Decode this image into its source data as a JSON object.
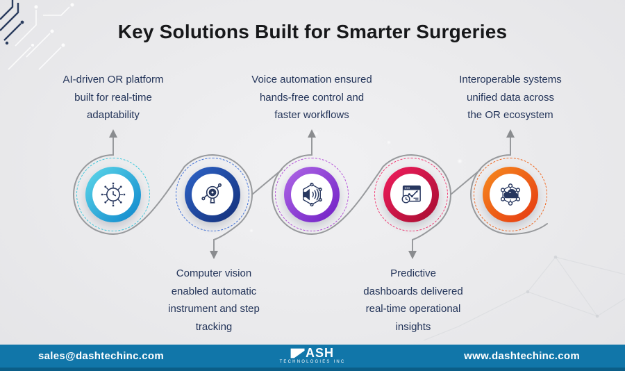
{
  "title": "Key Solutions Built for Smarter Surgeries",
  "steps": [
    {
      "label": "AI-driven OR platform built for real-time adaptability",
      "label_lines": [
        "AI-driven OR platform",
        "built for real-time",
        "adaptability"
      ],
      "icon": "ai-clock-icon",
      "text_position": "top",
      "ring_from": "#5ED8E9",
      "ring_to": "#0C85CC",
      "dash_color": "#3EC9DD"
    },
    {
      "label": "Computer vision enabled automatic instrument and step tracking",
      "label_lines": [
        "Computer vision",
        "enabled automatic",
        "instrument and step",
        "tracking"
      ],
      "icon": "vision-camera-icon",
      "text_position": "bottom",
      "ring_from": "#2E64C8",
      "ring_to": "#132E78",
      "dash_color": "#3D6FD8"
    },
    {
      "label": "Voice automation ensured hands-free control and faster workflows",
      "label_lines": [
        "Voice automation ensured",
        "hands-free control and",
        "faster workflows"
      ],
      "icon": "voice-speaker-icon",
      "text_position": "top",
      "ring_from": "#AF68E6",
      "ring_to": "#6F1EC4",
      "dash_color": "#B44FD9"
    },
    {
      "label": "Predictive dashboards delivered real-time operational insights",
      "label_lines": [
        "Predictive",
        "dashboards delivered",
        "real-time operational",
        "insights"
      ],
      "icon": "predictive-dashboard-icon",
      "text_position": "bottom",
      "ring_from": "#F01E5E",
      "ring_to": "#A50D2F",
      "dash_color": "#F23B74"
    },
    {
      "label": "Interoperable systems unified data across the OR ecosystem",
      "label_lines": [
        "Interoperable systems",
        "unified data across",
        "the OR ecosystem"
      ],
      "icon": "cloud-network-icon",
      "text_position": "top",
      "ring_from": "#F68B1F",
      "ring_to": "#E53711",
      "dash_color": "#F0661E"
    }
  ],
  "footer": {
    "email": "sales@dashtechinc.com",
    "website": "www.dashtechinc.com",
    "logo_rest": "ASH",
    "logo_subtitle": "TECHNOLOGIES INC",
    "bar_color": "#1176A9"
  },
  "colors": {
    "connector": "#97999C",
    "icon": "#27375F",
    "body_text": "#233459",
    "title_text": "#17181A",
    "footer_bar": "#1176A9",
    "footer_bar_edge": "#0B5E88"
  }
}
